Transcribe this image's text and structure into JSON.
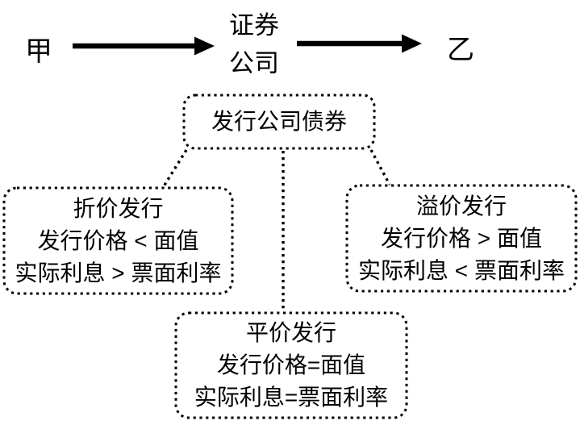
{
  "diagram": {
    "top_flow": {
      "party_a": "甲",
      "intermediary_lines": [
        "证券",
        "公司"
      ],
      "party_b": "乙"
    },
    "root_box": {
      "label": "发行公司债券"
    },
    "boxes": {
      "discount": {
        "title": "折价发行",
        "rule_price": "发行价格 < 面值",
        "rule_interest": "实际利息 > 票面利率"
      },
      "premium": {
        "title": "溢价发行",
        "rule_price": "发行价格 > 面值",
        "rule_interest": "实际利息 < 票面利率"
      },
      "par": {
        "title": "平价发行",
        "rule_price": "发行价格=面值",
        "rule_interest": "实际利息=票面利率"
      }
    },
    "colors": {
      "ink": "#000000",
      "background": "#ffffff"
    }
  }
}
